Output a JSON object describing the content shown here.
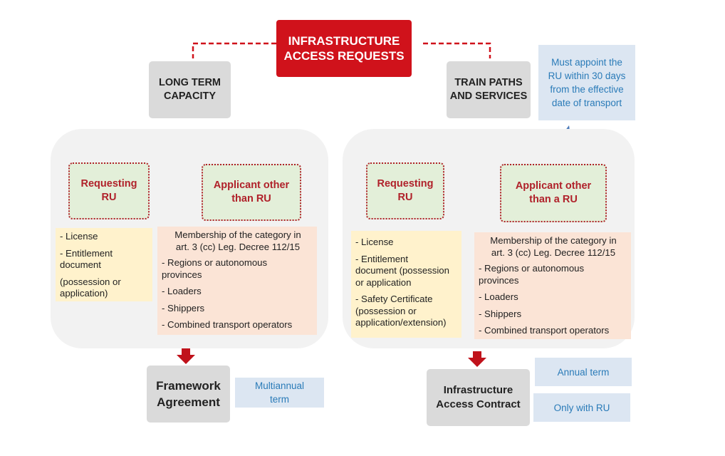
{
  "root": {
    "label": "INFRASTRUCTURE\nACCESS REQUESTS"
  },
  "left": {
    "title": "LONG TERM\nCAPACITY",
    "applicant_ru": "Requesting\nRU",
    "applicant_other": "Applicant other\nthan RU",
    "ru_items": [
      "- License",
      "- Entitlement\ndocument",
      "(possession or\napplication)"
    ],
    "other_header": "Membership of the category in\nart. 3 (cc) Leg. Decree 112/15",
    "other_items": [
      "- Regions or autonomous\nprovinces",
      "- Loaders",
      "- Shippers",
      "- Combined transport operators"
    ],
    "outcome": "Framework\nAgreement",
    "outcome_note": "Multiannual\nterm"
  },
  "right": {
    "title": "TRAIN PATHS\nAND SERVICES",
    "note": "Must appoint the\nRU within 30 days\nfrom the effective\ndate of transport",
    "applicant_ru": "Requesting\nRU",
    "applicant_other": "Applicant other\nthan a RU",
    "ru_items": [
      "- License",
      "- Entitlement\ndocument (possession\nor application",
      "- Safety Certificate\n(possession or\napplication/extension)"
    ],
    "other_header": "Membership of the category in\nart. 3 (cc) Leg. Decree 112/15",
    "other_items": [
      "- Regions or autonomous\nprovinces",
      "- Loaders",
      "- Shippers",
      "- Combined transport operators"
    ],
    "outcome": "Infrastructure\nAccess Contract",
    "outcome_note_1": "Annual term",
    "outcome_note_2": "Only with RU"
  },
  "colors": {
    "red": "#d0121b",
    "dark_red": "#b0212a",
    "blue_text": "#2a7bb8",
    "gray": "#dadada"
  }
}
